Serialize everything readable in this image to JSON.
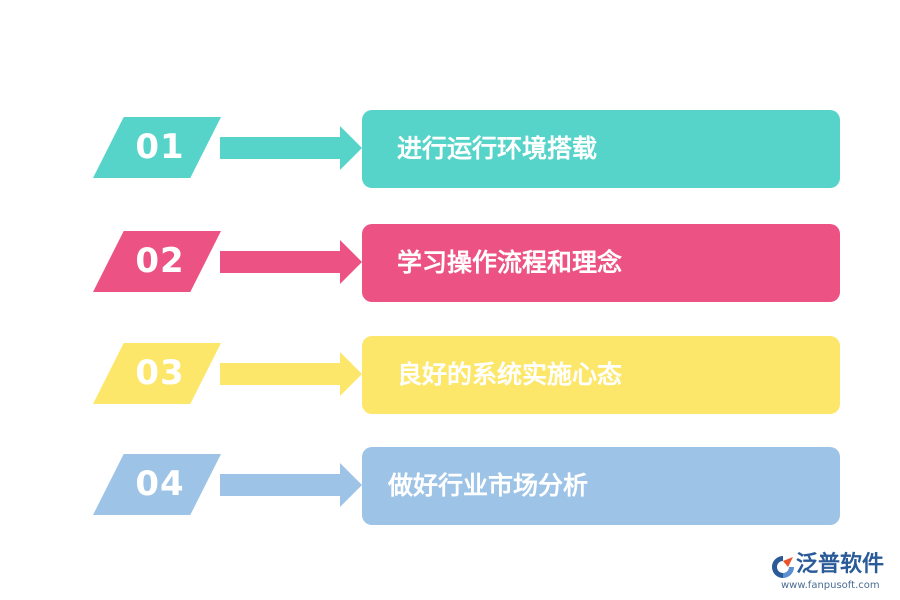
{
  "steps": [
    {
      "number": "01",
      "label": "进行运行环境搭载",
      "color": "#56d4c9"
    },
    {
      "number": "02",
      "label": "学习操作流程和理念",
      "color": "#ec5283"
    },
    {
      "number": "03",
      "label": "良好的系统实施心态",
      "color": "#fde76a"
    },
    {
      "number": "04",
      "label": "做好行业市场分析",
      "color": "#9dc3e6"
    }
  ],
  "logo": {
    "name": "泛普软件",
    "url": "www.fanpusoft.com",
    "icon": "fanpu-logo-icon"
  }
}
